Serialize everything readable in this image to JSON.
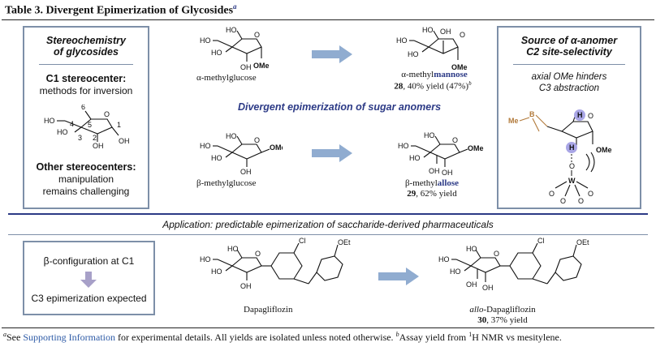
{
  "title": {
    "label": "Table 3. Divergent Epimerization of Glycosides",
    "sup": "a"
  },
  "left_box": {
    "title": "Stereochemistry of glycosides",
    "c1_heading": "C1 stereocenter:",
    "c1_text": "methods for inversion",
    "numbers": [
      "6",
      "5",
      "4",
      "3",
      "2",
      "1",
      "O"
    ],
    "groups": [
      "HO",
      "HO",
      "OH",
      "OH"
    ],
    "other_heading": "Other stereocenters:",
    "other_text_1": "manipulation",
    "other_text_2": "remains challenging"
  },
  "middle": {
    "caption": "Divergent epimerization of sugar anomers",
    "row1": {
      "start_name": "α-methylglucose",
      "product_prefix": "α-methyl",
      "product_bold": "mannose",
      "compound_number": "28",
      "yield_text": ", 40% yield (47%)",
      "yield_sup": "b"
    },
    "row2": {
      "start_name": "β-methylglucose",
      "product_prefix": "β-methyl",
      "product_bold": "allose",
      "compound_number": "29",
      "yield_text": ", 62% yield"
    },
    "labels": {
      "HO": "HO",
      "OH": "OH",
      "OMe": "OMe",
      "O": "O"
    }
  },
  "right_box": {
    "title_1": "Source of α-anomer",
    "title_2": "C2 site-selectivity",
    "note_1": "axial OMe hinders",
    "note_2": "C3 abstraction",
    "labels": {
      "Me": "Me",
      "B": "B",
      "H": "H",
      "W": "W",
      "O": "O",
      "OMe": "OMe"
    }
  },
  "application": {
    "text": "Application: predictable epimerization of saccharide-derived pharmaceuticals"
  },
  "bottom_box": {
    "line1": "β-configuration at C1",
    "line2": "C3 epimerization expected"
  },
  "drug": {
    "start_name": "Dapagliflozin",
    "product_italic": "allo",
    "product_rest": "-Dapagliflozin",
    "compound_number": "30",
    "yield_text": ", 37% yield",
    "labels": {
      "Cl": "Cl",
      "OEt": "OEt"
    }
  },
  "footnotes": {
    "a_sup": "a",
    "a_pre": "See ",
    "a_link": "Supporting Information",
    "a_post": " for experimental details. All yields are isolated unless noted otherwise. ",
    "b_sup": "b",
    "b_pre": "Assay yield from ",
    "b_nmr_sup": "1",
    "b_post": "H NMR vs mesitylene."
  },
  "colors": {
    "box_border": "#7d8fa8",
    "accent_blue": "#2c3a86",
    "arrow": "#90acd0",
    "h_circle": "#a9a6e6",
    "boron": "#b27a3a"
  }
}
